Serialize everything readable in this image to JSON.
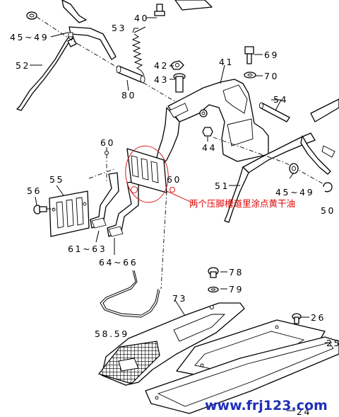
{
  "labels": {
    "l40": "40",
    "l53": "53",
    "l45_49_top": "45~49",
    "l52": "52",
    "l42": "42",
    "l43": "43",
    "l80": "80",
    "l41": "41",
    "l69": "69",
    "l70": "70",
    "l54": "54",
    "l44": "44",
    "l60_left": "60",
    "l60_right": "60",
    "l55": "55",
    "l56": "56",
    "l51": "51",
    "l45_49_right": "45~49",
    "l50": "50",
    "l61_63": "61~63",
    "l64_66": "64~66",
    "l78": "78",
    "l79": "79",
    "l73": "73",
    "l58_59": "58.59",
    "l26": "26",
    "l25": "25",
    "l24": "24"
  },
  "annotation": {
    "text": "两个压脚槽道里涂点黄干油",
    "color": "#e00000"
  },
  "watermark": {
    "text": "www.frj123.com",
    "color": "#1f2fb8"
  }
}
